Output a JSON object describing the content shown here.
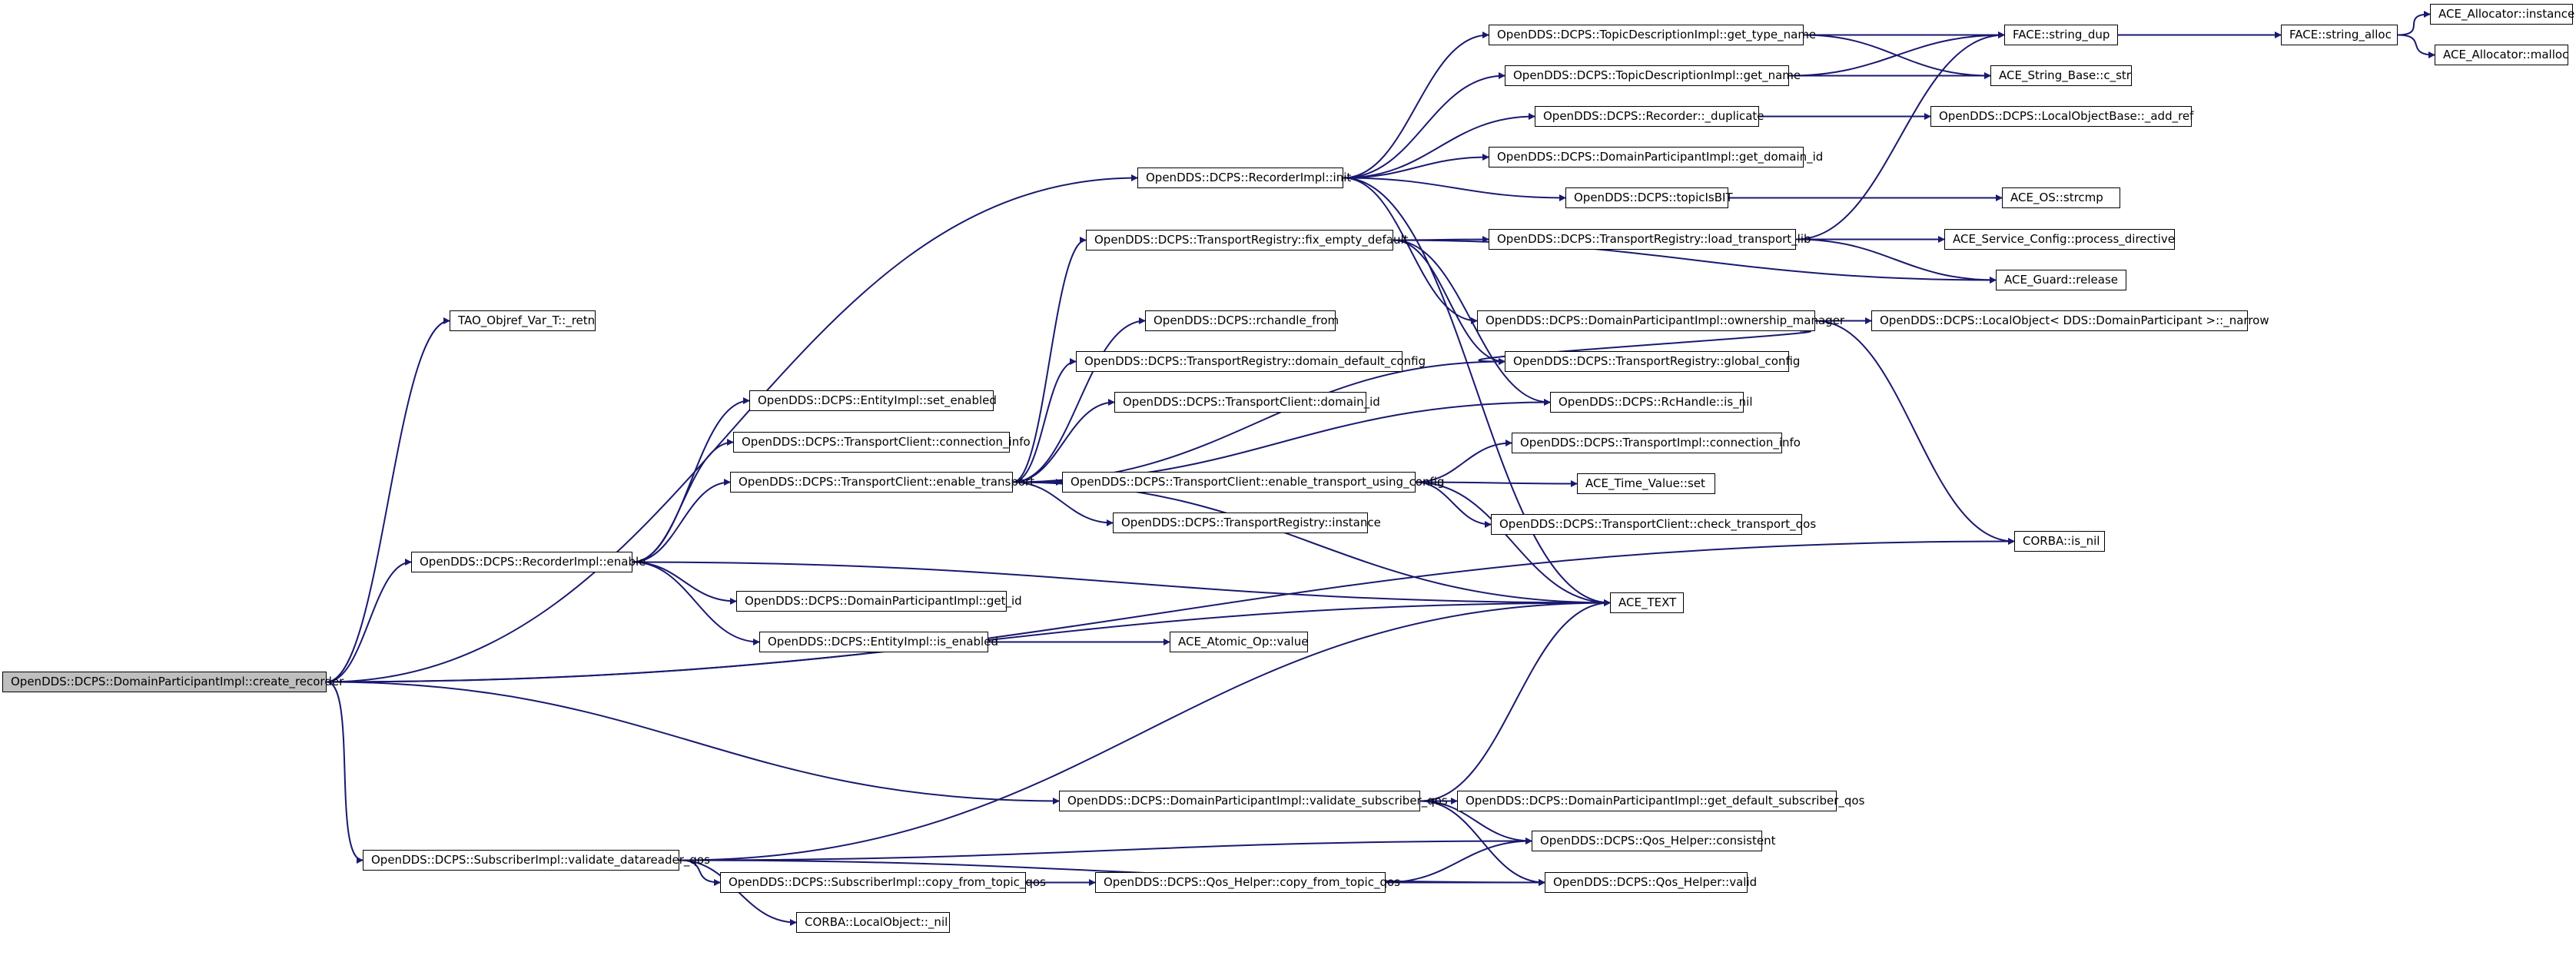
{
  "graph": {
    "edge_color": "#191970",
    "root_fill": "#bfbfbf",
    "nodes": {
      "n0": "OpenDDS::DCPS::DomainParticipantImpl::create_recorder",
      "n1": "TAO_Objref_Var_T::_retn",
      "n2": "OpenDDS::DCPS::RecorderImpl::init",
      "n3": "OpenDDS::DCPS::RecorderImpl::enable",
      "n4": "OpenDDS::DCPS::SubscriberImpl::validate_datareader_qos",
      "n5": "OpenDDS::DCPS::DomainParticipantImpl::validate_subscriber_qos",
      "n6": "OpenDDS::DCPS::TopicDescriptionImpl::get_type_name",
      "n7": "OpenDDS::DCPS::TopicDescriptionImpl::get_name",
      "n8": "OpenDDS::DCPS::Recorder::_duplicate",
      "n9": "OpenDDS::DCPS::DomainParticipantImpl::get_domain_id",
      "n10": "OpenDDS::DCPS::topicIsBIT",
      "n11": "OpenDDS::DCPS::TransportRegistry::fix_empty_default",
      "n12": "OpenDDS::DCPS::TransportRegistry::load_transport_lib",
      "n13": "OpenDDS::DCPS::DomainParticipantImpl::ownership_manager",
      "n14": "OpenDDS::DCPS::rchandle_from",
      "n15": "OpenDDS::DCPS::TransportRegistry::domain_default_config",
      "n16": "OpenDDS::DCPS::TransportRegistry::global_config",
      "n17": "OpenDDS::DCPS::TransportClient::domain_id",
      "n18": "OpenDDS::DCPS::RcHandle::is_nil",
      "n19": "OpenDDS::DCPS::EntityImpl::set_enabled",
      "n20": "OpenDDS::DCPS::TransportClient::connection_info",
      "n21": "OpenDDS::DCPS::TransportClient::enable_transport",
      "n22": "OpenDDS::DCPS::TransportClient::enable_transport_using_config",
      "n23": "OpenDDS::DCPS::TransportImpl::connection_info",
      "n24": "ACE_Time_Value::set",
      "n25": "OpenDDS::DCPS::TransportRegistry::instance",
      "n26": "OpenDDS::DCPS::TransportClient::check_transport_qos",
      "n27": "OpenDDS::DCPS::DomainParticipantImpl::get_id",
      "n28": "OpenDDS::DCPS::EntityImpl::is_enabled",
      "n29": "ACE_Atomic_Op::value",
      "n30": "ACE_TEXT",
      "n31": "OpenDDS::DCPS::DomainParticipantImpl::get_default_subscriber_qos",
      "n32": "OpenDDS::DCPS::Qos_Helper::consistent",
      "n33": "OpenDDS::DCPS::SubscriberImpl::copy_from_topic_qos",
      "n34": "OpenDDS::DCPS::Qos_Helper::copy_from_topic_qos",
      "n35": "OpenDDS::DCPS::Qos_Helper::valid",
      "n36": "CORBA::LocalObject::_nil",
      "n37": "FACE::string_dup",
      "n38": "ACE_String_Base::c_str",
      "n39": "FACE::string_alloc",
      "n40": "ACE_Allocator::instance",
      "n41": "ACE_Allocator::malloc",
      "n42": "OpenDDS::DCPS::LocalObjectBase::_add_ref",
      "n43": "ACE_OS::strcmp",
      "n44": "ACE_Service_Config::process_directive",
      "n45": "ACE_Guard::release",
      "n46": "OpenDDS::DCPS::LocalObject< DDS::DomainParticipant >::_narrow",
      "n47": "CORBA::is_nil"
    }
  }
}
